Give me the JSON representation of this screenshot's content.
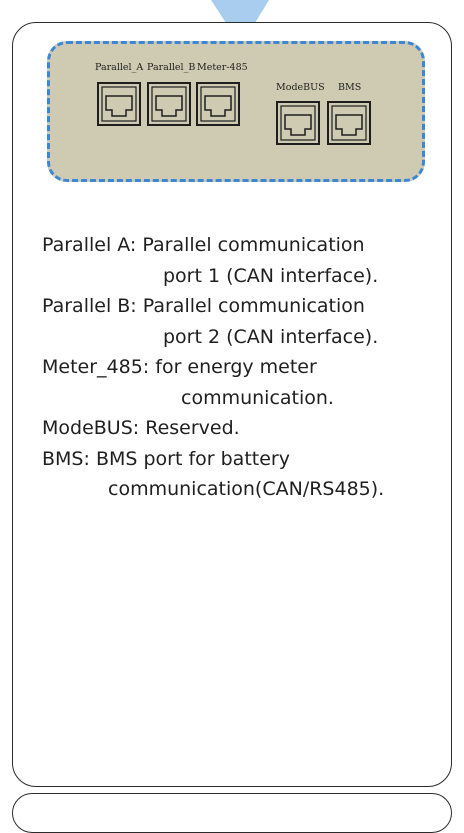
{
  "panel": {
    "ports": [
      {
        "label": "Parallel_A"
      },
      {
        "label": "Parallel_B"
      },
      {
        "label": "Meter-485"
      },
      {
        "label": "ModeBUS"
      },
      {
        "label": "BMS"
      }
    ]
  },
  "descriptions": [
    {
      "term": "Parallel A:",
      "text": "Parallel communication",
      "cont": "port 1 (CAN interface)."
    },
    {
      "term": "Parallel B:",
      "text": "Parallel communication",
      "cont": "port 2 (CAN interface)."
    },
    {
      "term": "Meter_485:",
      "text": "for energy meter",
      "cont": "communication."
    },
    {
      "term": "ModeBUS:",
      "text": "Reserved."
    },
    {
      "term": "BMS:",
      "text": "BMS port for battery",
      "cont": "communication(CAN/RS485)."
    }
  ],
  "colors": {
    "panel_fill": "#cfcbb2",
    "panel_border": "#3b87d6",
    "arrow": "#a8cdef",
    "outline": "#2b2b2b"
  }
}
